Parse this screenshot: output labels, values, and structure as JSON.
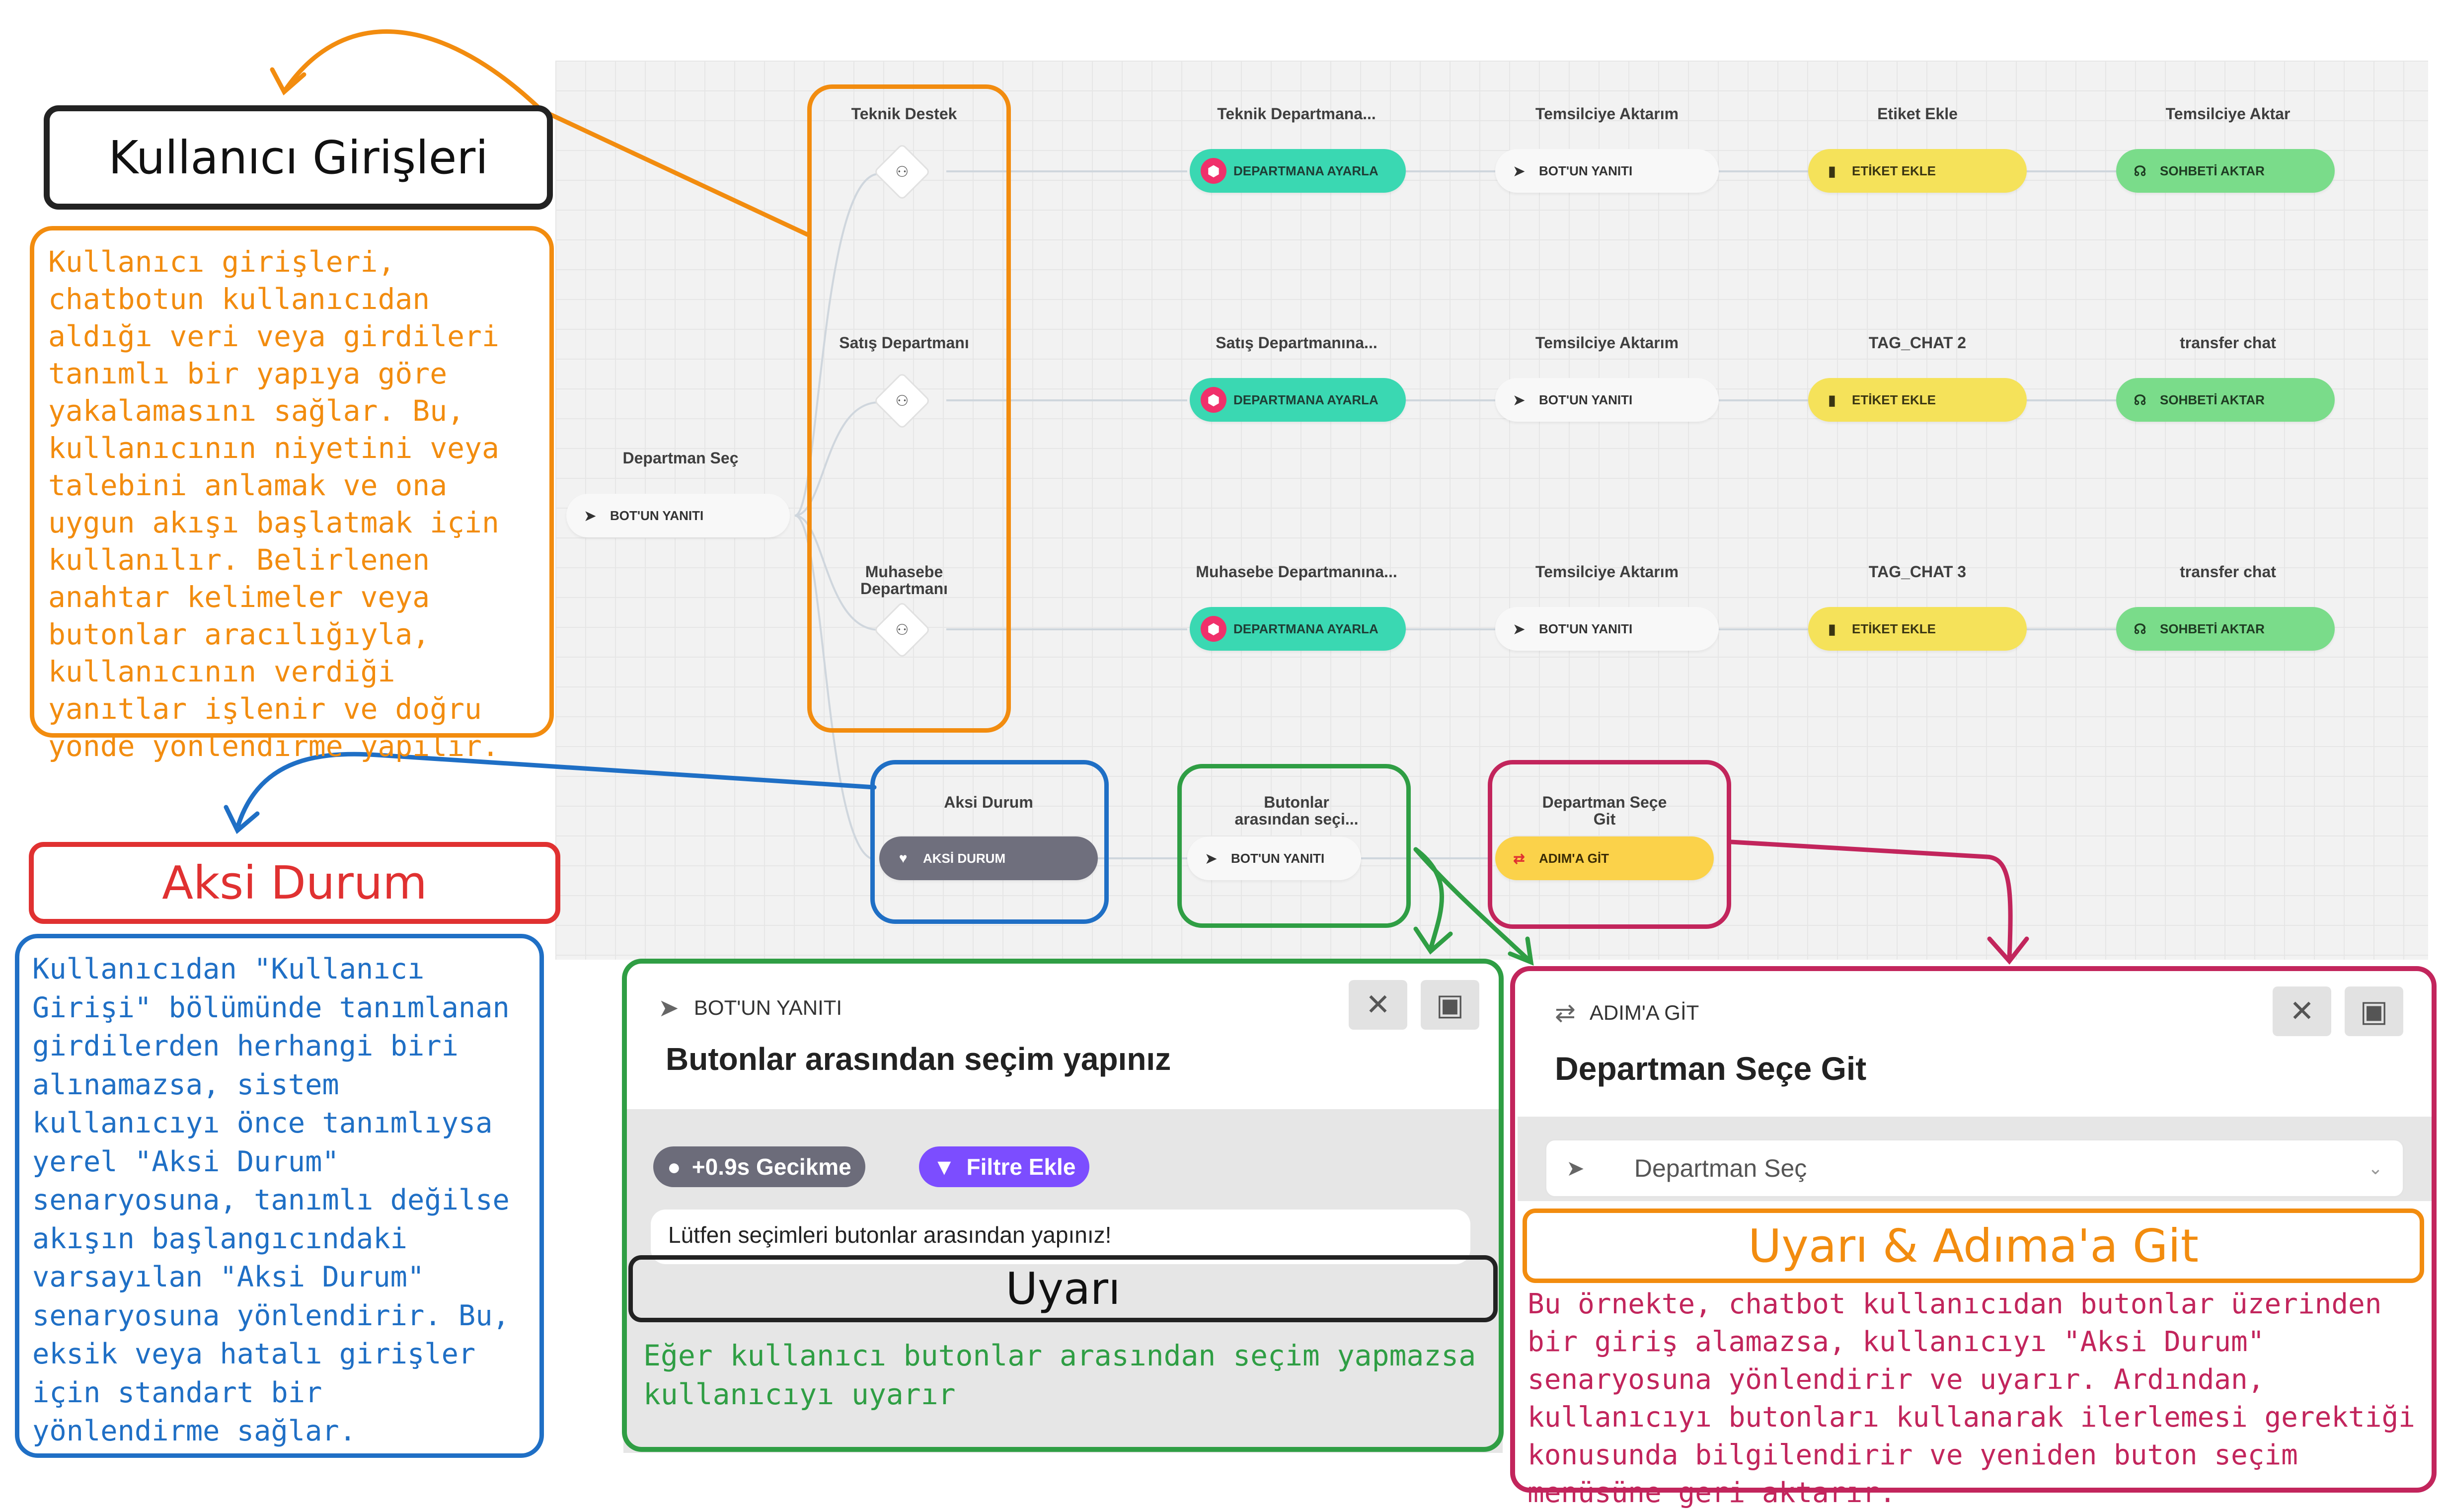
{
  "flow": {
    "start": {
      "title": "Departman Seç",
      "pill": "BOT'UN YANITI"
    },
    "rows": [
      {
        "input_title": "Teknik Destek",
        "dept_title": "Teknik Departmana...",
        "dept_pill": "DEPARTMANA AYARLA",
        "rep_title": "Temsilciye Aktarım",
        "rep_pill": "BOT'UN YANITI",
        "tag_title": "Etiket Ekle",
        "tag_pill": "ETİKET EKLE",
        "transfer_title": "Temsilciye Aktar",
        "transfer_pill": "SOHBETİ AKTAR"
      },
      {
        "input_title": "Satış Departmanı",
        "dept_title": "Satış Departmanına...",
        "dept_pill": "DEPARTMANA AYARLA",
        "rep_title": "Temsilciye Aktarım",
        "rep_pill": "BOT'UN YANITI",
        "tag_title": "TAG_CHAT 2",
        "tag_pill": "ETİKET EKLE",
        "transfer_title": "transfer chat",
        "transfer_pill": "SOHBETİ AKTAR"
      },
      {
        "input_title": "Muhasebe Departmanı",
        "dept_title": "Muhasebe Departmanına...",
        "dept_pill": "DEPARTMANA AYARLA",
        "rep_title": "Temsilciye Aktarım",
        "rep_pill": "BOT'UN YANITI",
        "tag_title": "TAG_CHAT 3",
        "tag_pill": "ETİKET EKLE",
        "transfer_title": "transfer chat",
        "transfer_pill": "SOHBETİ AKTAR"
      }
    ],
    "fallback": {
      "title": "Aksi Durum",
      "pill": "AKSİ DURUM"
    },
    "buttons_node": {
      "title": "Butonlar arasından seçi...",
      "pill": "BOT'UN YANITI"
    },
    "goto_node": {
      "title": "Departman Seçe Git",
      "pill": "ADIM'A GİT"
    }
  },
  "annotations": {
    "inputs_title": "Kullanıcı Girişleri",
    "inputs_text": "Kullanıcı girişleri, chatbotun kullanıcıdan aldığı veri veya girdileri tanımlı bir yapıya göre yakalamasını sağlar. Bu, kullanıcının niyetini veya talebini anlamak ve ona uygun akışı başlatmak için kullanılır. Belirlenen anahtar kelimeler veya butonlar aracılığıyla, kullanıcının verdiği yanıtlar işlenir ve doğru yönde yönlendirme yapılır.",
    "fallback_title": "Aksi Durum",
    "fallback_text": "Kullanıcıdan \"Kullanıcı Girişi\" bölümünde tanımlanan girdilerden herhangi biri alınamazsa, sistem kullanıcıyı önce tanımlıysa yerel \"Aksi Durum\" senaryosuna, tanımlı değilse akışın başlangıcındaki varsayılan \"Aksi Durum\" senaryosuna yönlendirir. Bu, eksik veya hatalı girişler için standart bir yönlendirme sağlar.",
    "warning_label": "Uyarı",
    "warning_text": "Eğer kullanıcı butonlar arasından seçim yapmazsa kullanıcıyı uyarır",
    "goto_label": "Uyarı & Adıma'a Git",
    "goto_text": "Bu örnekte, chatbot kullanıcıdan butonlar üzerinden bir giriş alamazsa, kullanıcıyı \"Aksi Durum\" senaryosuna yönlendirir ve uyarır. Ardından, kullanıcıyı butonları kullanarak ilerlemesi gerektiği konusunda bilgilendirir ve yeniden buton seçim menüsüne geri aktarır."
  },
  "bot_panel": {
    "type_label": "BOT'UN YANITI",
    "title": "Butonlar arasından seçim yapınız",
    "delay_chip": "+0.9s Gecikme",
    "filter_chip": "Filtre Ekle",
    "message": "Lütfen seçimleri butonlar arasından yapınız!"
  },
  "goto_panel": {
    "type_label": "ADIM'A GİT",
    "title": "Departman Seçe Git",
    "select_value": "Departman Seç"
  },
  "colors": {
    "orange": "#f28c0f",
    "blue": "#1f6fc5",
    "red": "#e03131",
    "green": "#2f9e44",
    "magenta": "#c2255c",
    "teal_pill": "#3ad8b2",
    "yellow_pill": "#f5e25a",
    "green_pill": "#7adc8a",
    "grey_pill": "#6f6f7d",
    "gold_pill": "#fbd24a"
  },
  "icons": {
    "bot_reply": "paper-plane-icon",
    "department": "department-icon",
    "tag": "bookmark-icon",
    "transfer": "headset-icon",
    "fallback": "broken-heart-icon",
    "goto": "route-icon",
    "user_input": "users-icon",
    "close": "close-icon",
    "save": "save-icon",
    "delay": "timer-icon",
    "filter": "filter-icon",
    "chevron": "chevron-down-icon"
  }
}
